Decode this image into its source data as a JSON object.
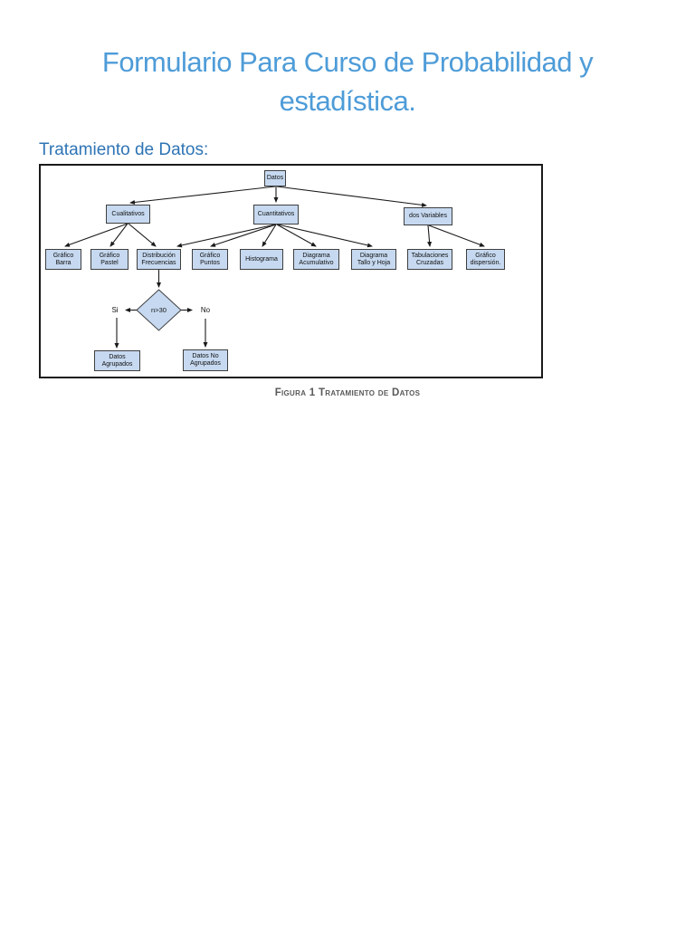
{
  "document": {
    "title_line1": "Formulario Para Curso de Probabilidad y",
    "title_line2": "estadística.",
    "section_heading": "Tratamiento de Datos:",
    "figure_caption": "Figura 1 Tratamiento de Datos"
  },
  "colors": {
    "title_blue": "#4e9cd8",
    "heading_blue": "#2e74b5",
    "caption_gray": "#595959",
    "node_fill": "#c6d9f0",
    "node_border": "#3f3f3f",
    "figure_border": "#1a1a1a"
  },
  "flowchart": {
    "nodes": [
      {
        "name": "datos",
        "label": "Datos"
      },
      {
        "name": "cualitativos",
        "label": "Cualitativos"
      },
      {
        "name": "cuantitativos",
        "label": "Cuantitativos"
      },
      {
        "name": "dos-variables",
        "label": "dos Variables"
      },
      {
        "name": "grafico-barra",
        "label": "Gráfico Barra"
      },
      {
        "name": "grafico-pastel",
        "label": "Gráfico Pastel"
      },
      {
        "name": "distribucion-frecuencias",
        "label": "Distribución Frecuencias"
      },
      {
        "name": "grafico-puntos",
        "label": "Gráfico Puntos"
      },
      {
        "name": "histograma",
        "label": "Histograma"
      },
      {
        "name": "diagrama-acumulativo",
        "label": "Diagrama Acumulativo"
      },
      {
        "name": "diagrama-tallo-y-hoja",
        "label": "Diagrama Tallo y Hoja"
      },
      {
        "name": "tabulaciones-cruzadas",
        "label": "Tabulaciones Cruzadas"
      },
      {
        "name": "grafico-dispersion",
        "label": "Gráfico dispersión."
      },
      {
        "name": "datos-agrupados",
        "label": "Datos Agrupados"
      },
      {
        "name": "datos-no-agrupados",
        "label": "Datos No Agrupados"
      }
    ],
    "decision": {
      "label": "n>30",
      "yes_label": "Si",
      "no_label": "No"
    },
    "edges": [
      {
        "from": "datos",
        "to": "cualitativos"
      },
      {
        "from": "datos",
        "to": "cuantitativos"
      },
      {
        "from": "datos",
        "to": "dos-variables"
      },
      {
        "from": "cualitativos",
        "to": "grafico-barra"
      },
      {
        "from": "cualitativos",
        "to": "grafico-pastel"
      },
      {
        "from": "cualitativos",
        "to": "distribucion-frecuencias"
      },
      {
        "from": "cuantitativos",
        "to": "distribucion-frecuencias"
      },
      {
        "from": "cuantitativos",
        "to": "grafico-puntos"
      },
      {
        "from": "cuantitativos",
        "to": "histograma"
      },
      {
        "from": "cuantitativos",
        "to": "diagrama-acumulativo"
      },
      {
        "from": "cuantitativos",
        "to": "diagrama-tallo-y-hoja"
      },
      {
        "from": "dos-variables",
        "to": "tabulaciones-cruzadas"
      },
      {
        "from": "dos-variables",
        "to": "grafico-dispersion"
      },
      {
        "from": "distribucion-frecuencias",
        "to": "decision-n30"
      },
      {
        "from": "decision-n30",
        "to": "datos-agrupados",
        "via": "Si"
      },
      {
        "from": "decision-n30",
        "to": "datos-no-agrupados",
        "via": "No"
      }
    ]
  }
}
